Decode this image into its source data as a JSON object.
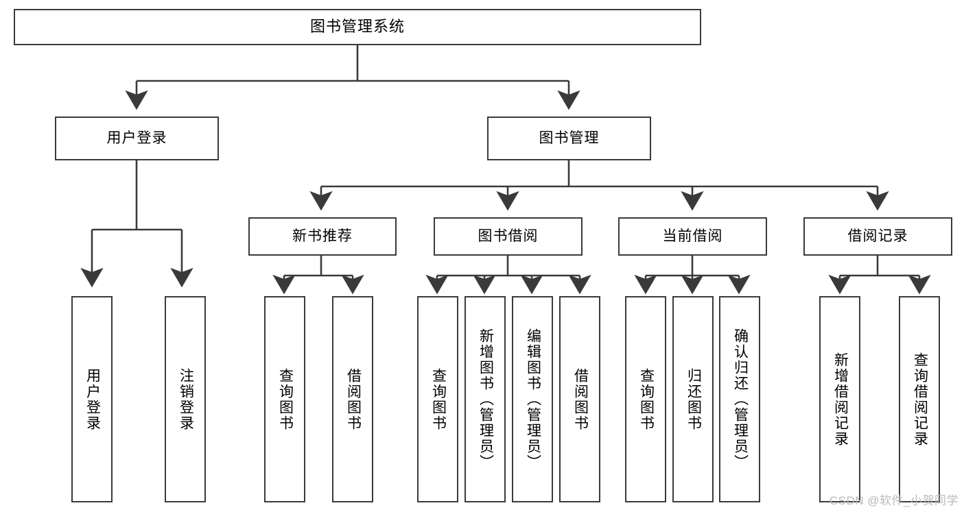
{
  "diagram": {
    "type": "tree",
    "title": "图书管理系统",
    "watermark": "CSDN @软件_小贺同学",
    "colors": {
      "stroke": "#3a3a3a",
      "fill": "#ffffff",
      "text": "#000000",
      "watermark": "#b9b9b9"
    },
    "root": {
      "label": "图书管理系统"
    },
    "level1": [
      {
        "label": "用户登录"
      },
      {
        "label": "图书管理"
      }
    ],
    "level2": [
      {
        "label": "新书推荐"
      },
      {
        "label": "图书借阅"
      },
      {
        "label": "当前借阅"
      },
      {
        "label": "借阅记录"
      }
    ],
    "leaves": {
      "user_login": [
        {
          "label": "用户登录"
        },
        {
          "label": "注销登录"
        }
      ],
      "new_book": [
        {
          "label": "查询图书"
        },
        {
          "label": "借阅图书"
        }
      ],
      "book_borrow": [
        {
          "label": "查询图书"
        },
        {
          "label": "新增图书（管理员）"
        },
        {
          "label": "编辑图书（管理员）"
        },
        {
          "label": "借阅图书"
        }
      ],
      "current_borrow": [
        {
          "label": "查询图书"
        },
        {
          "label": "归还图书"
        },
        {
          "label": "确认归还（管理员）"
        }
      ],
      "borrow_record": [
        {
          "label": "新增借阅记录"
        },
        {
          "label": "查询借阅记录"
        }
      ]
    }
  }
}
